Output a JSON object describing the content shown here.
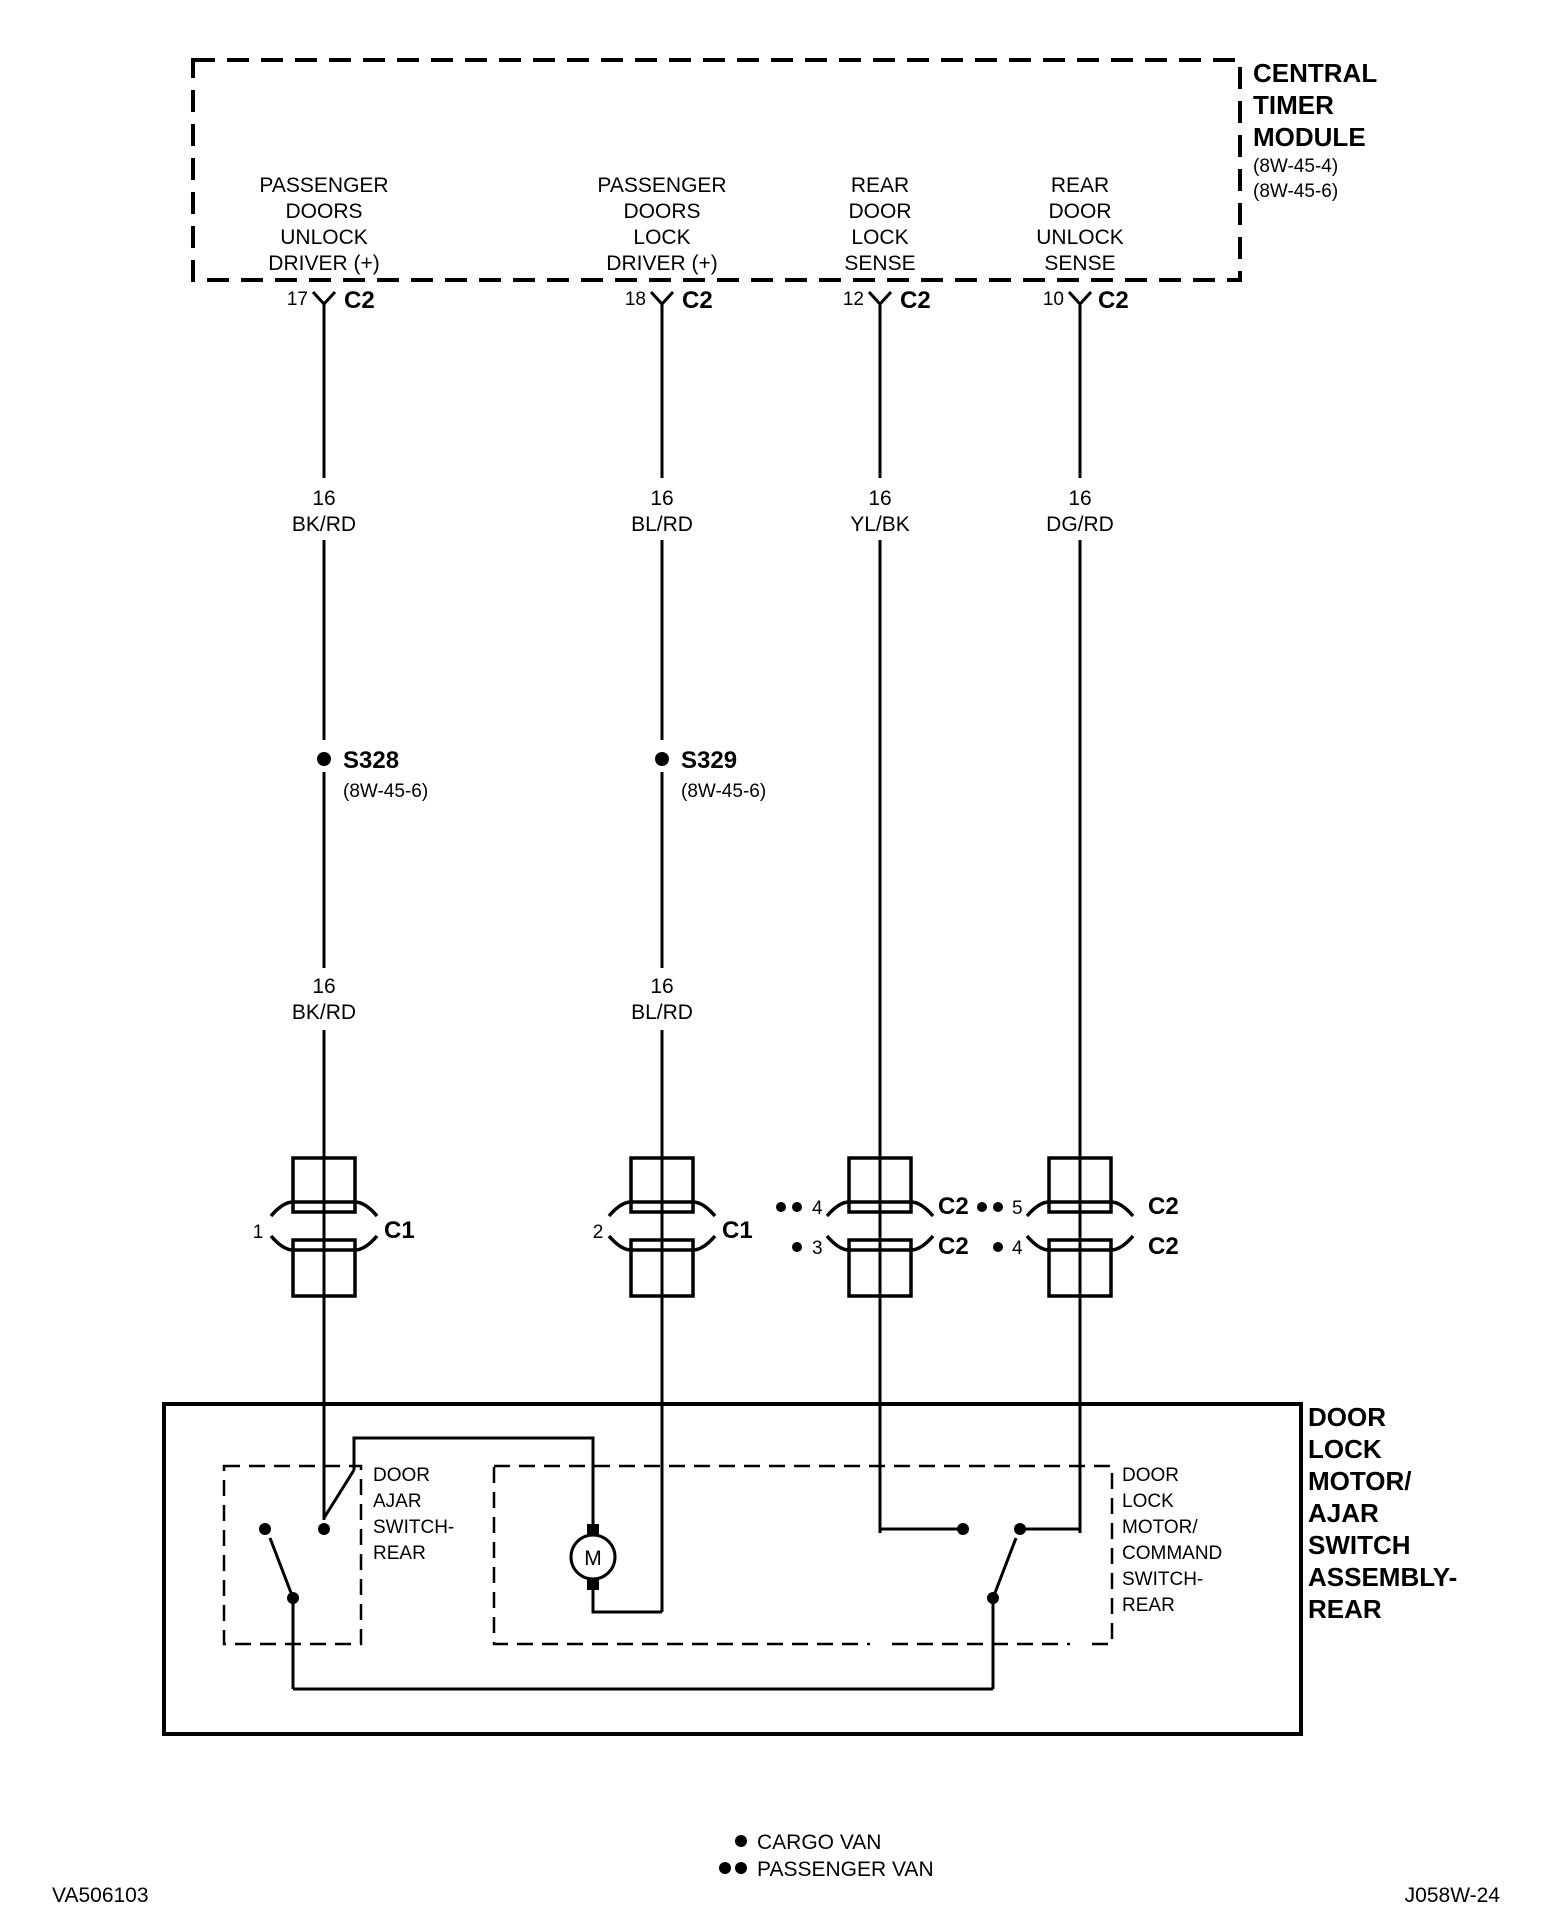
{
  "module": {
    "name_lines": [
      "CENTRAL",
      "TIMER",
      "MODULE"
    ],
    "refs": [
      "(8W-45-4)",
      "(8W-45-6)"
    ]
  },
  "circuits": [
    {
      "function_lines": [
        "PASSENGER",
        "DOORS",
        "UNLOCK",
        "DRIVER (+)"
      ],
      "pin": "17",
      "connector": "C2",
      "gauge": "16",
      "color": "BK/RD",
      "splice": {
        "name": "S328",
        "ref": "(8W-45-6)"
      },
      "gauge2": "16",
      "color2": "BK/RD",
      "inline": {
        "pin": "1",
        "connector": "C1"
      }
    },
    {
      "function_lines": [
        "PASSENGER",
        "DOORS",
        "LOCK",
        "DRIVER (+)"
      ],
      "pin": "18",
      "connector": "C2",
      "gauge": "16",
      "color": "BL/RD",
      "splice": {
        "name": "S329",
        "ref": "(8W-45-6)"
      },
      "gauge2": "16",
      "color2": "BL/RD",
      "inline": {
        "pin": "2",
        "connector": "C1"
      }
    },
    {
      "function_lines": [
        "REAR",
        "DOOR",
        "LOCK",
        "SENSE"
      ],
      "pin": "12",
      "connector": "C2",
      "gauge": "16",
      "color": "YL/BK",
      "inline": {
        "pin_a": "4",
        "connector_a": "C2",
        "pin_b": "3",
        "connector_b": "C2"
      }
    },
    {
      "function_lines": [
        "REAR",
        "DOOR",
        "UNLOCK",
        "SENSE"
      ],
      "pin": "10",
      "connector": "C2",
      "gauge": "16",
      "color": "DG/RD",
      "inline": {
        "pin_a": "5",
        "connector_a": "C2",
        "pin_b": "4",
        "connector_b": "C2"
      }
    }
  ],
  "assembly": {
    "name_lines": [
      "DOOR",
      "LOCK",
      "MOTOR/",
      "AJAR",
      "SWITCH",
      "ASSEMBLY-",
      "REAR"
    ],
    "ajar_switch_lines": [
      "DOOR",
      "AJAR",
      "SWITCH-",
      "REAR"
    ],
    "lock_motor_lines": [
      "DOOR",
      "LOCK",
      "MOTOR/",
      "COMMAND",
      "SWITCH-",
      "REAR"
    ],
    "motor_symbol": "M"
  },
  "legend": {
    "cargo": "CARGO VAN",
    "passenger": "PASSENGER VAN"
  },
  "footer": {
    "left_id": "VA506103",
    "right_id": "J058W-24"
  }
}
